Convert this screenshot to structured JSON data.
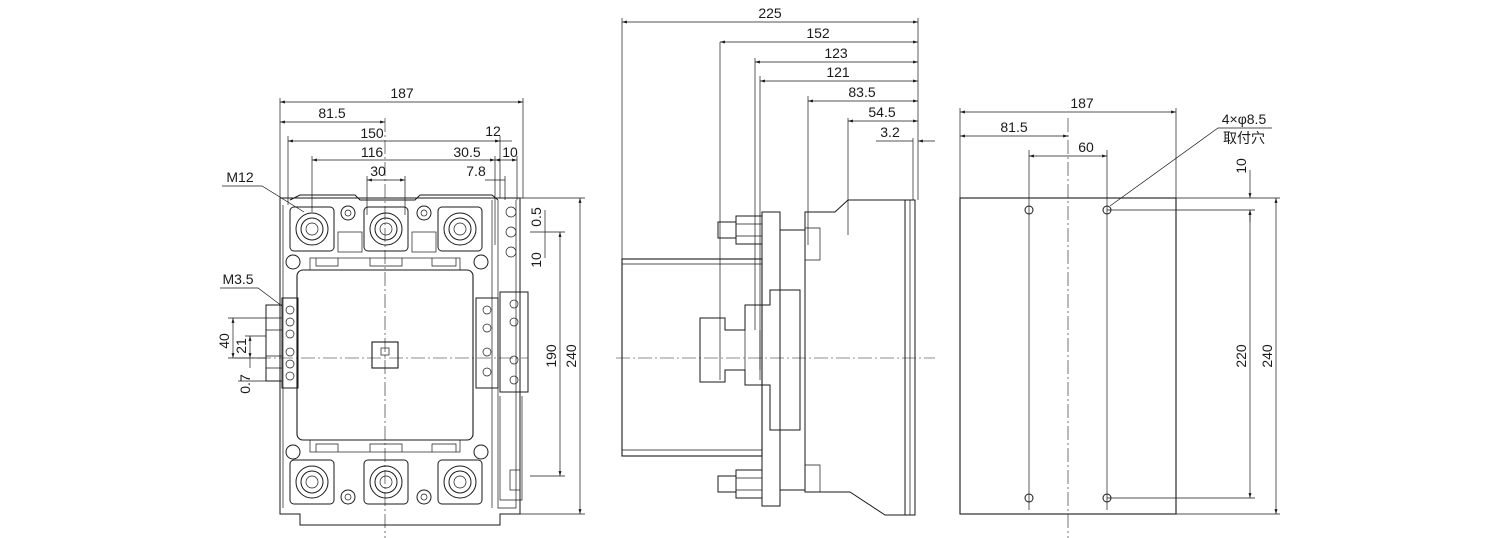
{
  "front_view": {
    "dims": {
      "width_overall": "187",
      "width_center": "81.5",
      "width_terminals": "150",
      "width_outer_poles": "116",
      "pole_pitch": "30",
      "aux_offset": "30.5",
      "aux_gap": "12",
      "aux_width": "10",
      "aux_pitch": "7.8",
      "right_height": "240",
      "inner_height": "190",
      "right_small_a": "0.5",
      "right_small_b": "10",
      "left_h_40": "40",
      "left_h_21": "21",
      "left_h_07": "0.7"
    },
    "labels": {
      "main_screw": "M12",
      "aux_screw": "M3.5"
    }
  },
  "side_view": {
    "dims": {
      "d225": "225",
      "d152": "152",
      "d123": "123",
      "d121": "121",
      "d83_5": "83.5",
      "d54_5": "54.5",
      "d3_2": "3.2"
    }
  },
  "mount_view": {
    "dims": {
      "width": "187",
      "half": "81.5",
      "hole_pitch": "60",
      "top_offset": "10",
      "hole_height": "220",
      "height": "240"
    },
    "note_line1": "4×φ8.5",
    "note_line2": "取付穴"
  }
}
